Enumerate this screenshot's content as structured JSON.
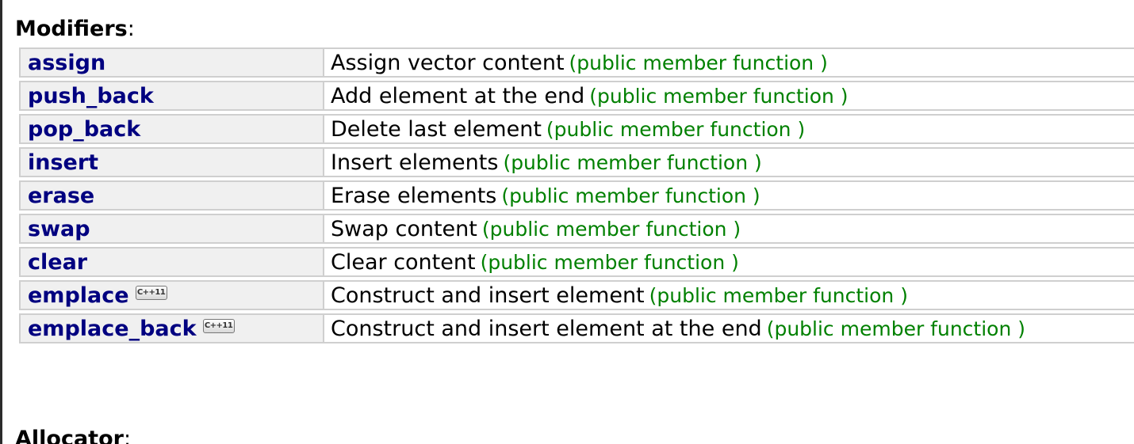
{
  "section": {
    "title": "Modifiers",
    "colon": ":"
  },
  "next_section": {
    "title": "Allocator",
    "colon": ":"
  },
  "members": [
    {
      "name": "assign",
      "badge": "",
      "description": "Assign vector content",
      "kind": "(public member function )"
    },
    {
      "name": "push_back",
      "badge": "",
      "description": "Add element at the end",
      "kind": "(public member function )"
    },
    {
      "name": "pop_back",
      "badge": "",
      "description": "Delete last element",
      "kind": "(public member function )"
    },
    {
      "name": "insert",
      "badge": "",
      "description": "Insert elements",
      "kind": "(public member function )"
    },
    {
      "name": "erase",
      "badge": "",
      "description": "Erase elements",
      "kind": "(public member function )"
    },
    {
      "name": "swap",
      "badge": "",
      "description": "Swap content",
      "kind": "(public member function )"
    },
    {
      "name": "clear",
      "badge": "",
      "description": "Clear content",
      "kind": "(public member function )"
    },
    {
      "name": "emplace",
      "badge": "C++11",
      "description": "Construct and insert element",
      "kind": "(public member function )"
    },
    {
      "name": "emplace_back",
      "badge": "C++11",
      "description": "Construct and insert element at the end",
      "kind": "(public member function )"
    }
  ],
  "colors": {
    "link": "#000080",
    "kind": "#008000",
    "name_cell_bg": "#f0f0f0",
    "border": "#cfcfcf"
  }
}
